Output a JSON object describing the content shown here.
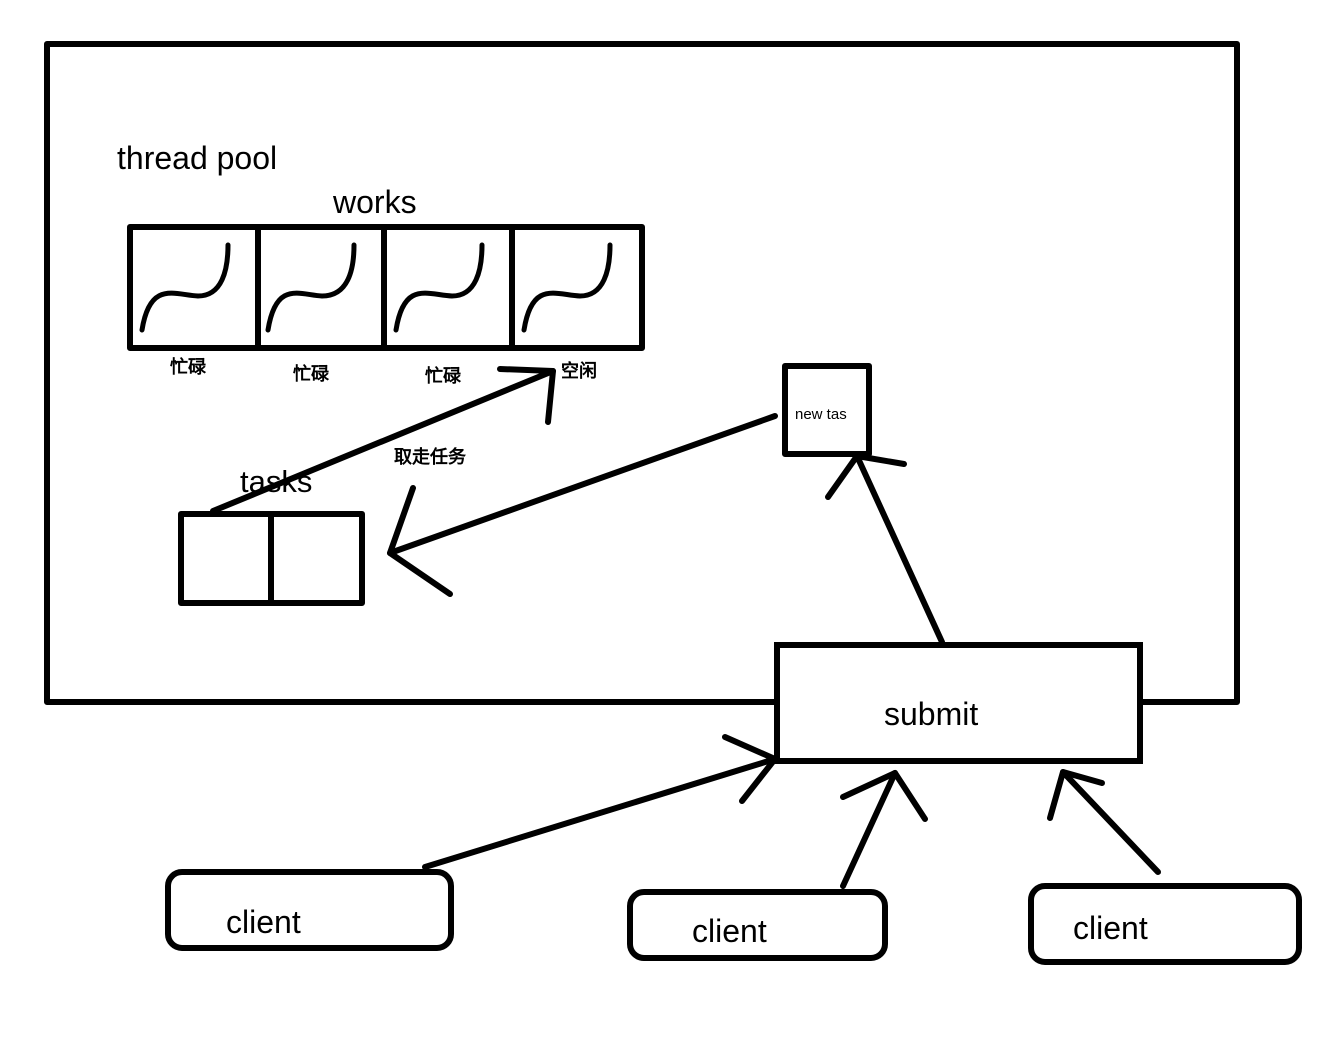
{
  "diagram": {
    "pool_label": "thread pool",
    "workers_label": "works",
    "worker_states": [
      "忙碌",
      "忙碌",
      "忙碌",
      "空闲"
    ],
    "tasks_label": "tasks",
    "take_task_label": "取走任务",
    "new_task_label": "new tas",
    "submit_label": "submit",
    "clients": [
      "client",
      "client",
      "client"
    ]
  },
  "colors": {
    "ink": "#000000",
    "paper": "#ffffff"
  }
}
